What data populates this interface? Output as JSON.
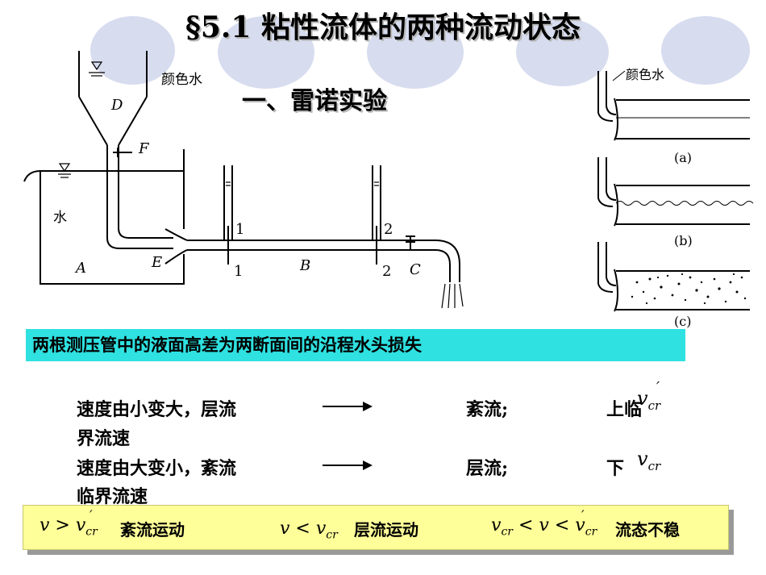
{
  "slide": {
    "title": "§5.1  粘性流体的两种流动状态",
    "subtitle": "一、雷诺实验"
  },
  "apparatus": {
    "colored_water_label": "颜色水",
    "water_label": "水",
    "tank_upper": "D",
    "valve_upper": "F",
    "tank_lower": "A",
    "inlet": "E",
    "pipe": "B",
    "valve_outlet": "C",
    "section_1_top": "1",
    "section_1_bottom": "1",
    "section_2_top": "2",
    "section_2_bottom": "2"
  },
  "flow_figures": {
    "dye_label": "颜色水",
    "a": "(a)",
    "b": "(b)",
    "c": "(c)"
  },
  "highlight_text": "两根测压管中的液面高差为两断面间的沿程水头损失",
  "transitions": {
    "line1_left": "速度由小变大，层流",
    "line1_middle": "紊流;",
    "line1_right": "上临",
    "line1_cont": "界流速",
    "line2_left": "速度由大变小，紊流",
    "line2_middle": "层流;",
    "line2_right": "下",
    "line2_cont": "临界流速",
    "v": "v",
    "cr": "cr",
    "prime": "′"
  },
  "conditions": {
    "turbulent_expr": "v > v",
    "turbulent_label": "紊流运动",
    "laminar_expr": "v < v",
    "laminar_label": "层流运动",
    "transition_expr_a": "v",
    "transition_expr_b": " < v < v",
    "transition_label": "流态不稳",
    "cr": "cr",
    "prime": "′"
  },
  "colors": {
    "background_ellipse": "#d7dcef",
    "highlight": "#2fe1e1",
    "condition_box": "#ffff99"
  }
}
